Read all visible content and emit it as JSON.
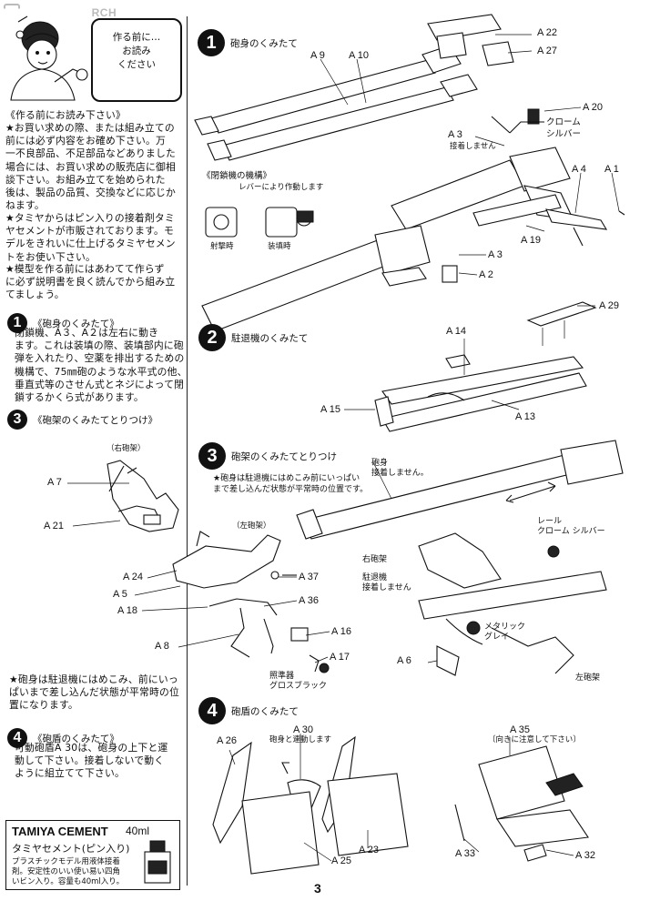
{
  "watermark": "HOBBY SEARCH",
  "speech_bubble": [
    "作る前に…",
    "お読み",
    "ください"
  ],
  "intro": {
    "heading": "《作る前にお読み下さい》",
    "paragraphs": [
      "★お買い求めの際、または組み立ての\n前には必ず内容をお確め下さい。万\n一不良部品、不足部品などありました\n場合には、お買い求めの販売店に御相\n談下さい。お組み立てを始められた\n後は、製品の品質、交換などに応じか\nねます。",
      "★タミヤからはピン入りの接着剤タミ\nヤセメントが市販されております。モ\nデルをきれいに仕上げるタミヤセメン\nトをお使い下さい。",
      "★模型を作る前にはあわてて作らず\nに必ず説明書を良く読んでから組み立\nてましょう。"
    ]
  },
  "left_steps": {
    "step1": {
      "num": "1",
      "title": "《砲身のくみたて》",
      "body": "閉鎖機、A３、A２は左右に動き\nます。これは装填の際、装填部内に砲\n弾を入れたり、空薬を排出するための\n機構で、75㎜砲のような水平式の他、\n垂直式等のさせん式とネジによって閉\n鎖するかくら式があります。"
    },
    "step3": {
      "num": "3",
      "title": "《砲架のくみたてとりつけ》"
    },
    "step3_note": "★砲身は駐退機にはめこみ、前にいっ\nぱいまで差し込んだ状態が平常時の位\n置になります。",
    "step4": {
      "num": "4",
      "title": "《砲盾のくみたて》",
      "body": "可動砲盾A 30は、砲身の上下と運\n動して下さい。接着しないで動く\nように組立てて下さい。"
    }
  },
  "left_diagram": {
    "right_carriage_label": "（右砲架）",
    "left_carriage_label": "（左砲架）",
    "parts": [
      "A 7",
      "A 21",
      "A 24",
      "A 5",
      "A 18",
      "A 8",
      "A 37",
      "A 36",
      "A 16",
      "A 17"
    ],
    "gunsight_note": "照準器\nグロスブラック"
  },
  "cement": {
    "brand": "TAMIYA CEMENT",
    "volume": "40ml",
    "jp_name": "タミヤセメント(ピン入り)",
    "description": "プラスチックモデル用液体接着\n剤。安定性のいい使い易い四角\nいビン入り。容量も40ml入り。"
  },
  "right_steps": {
    "step1": {
      "num": "1",
      "title": "砲身のくみたて",
      "parts": [
        "A 22",
        "A 27",
        "A 9",
        "A 10",
        "A 20",
        "A 3",
        "A 4",
        "A 1",
        "A 19"
      ],
      "chrome_note": "クローム\nシルバー",
      "no_glue": "接着しません",
      "breech_title": "《閉鎖機の機構》",
      "lever_note": "レバーにより作動します",
      "fire_label": "射撃時",
      "load_label": "装填時",
      "lower_parts": [
        "A 3",
        "A 2"
      ]
    },
    "step2": {
      "num": "2",
      "title": "駐退機のくみたて",
      "parts": [
        "A 29",
        "A 14",
        "A 15",
        "A 13"
      ]
    },
    "step3": {
      "num": "3",
      "title": "砲架のくみたてとりつけ",
      "note": "★砲身は駐退機にはめこみ前にいっぱい\nまで差し込んだ状態が平常時の位置です。",
      "barrel_note": "砲身\n接着しません。",
      "rail_note": "レール\nクローム シルバー",
      "right_carriage": "右砲架",
      "recoil_note": "駐退機\n接着しません",
      "metallic_note": "メタリック\nグレイ",
      "left_carriage": "左砲架",
      "part": "A 6"
    },
    "step4": {
      "num": "4",
      "title": "砲盾のくみたて",
      "parts": [
        "A 26",
        "A 30",
        "A 35",
        "A 25",
        "A 23",
        "A 33",
        "A 32"
      ],
      "linked_note": "砲身と連動します",
      "direction_note": "〔向きに注意して下さい〕"
    }
  },
  "page_number": "3"
}
